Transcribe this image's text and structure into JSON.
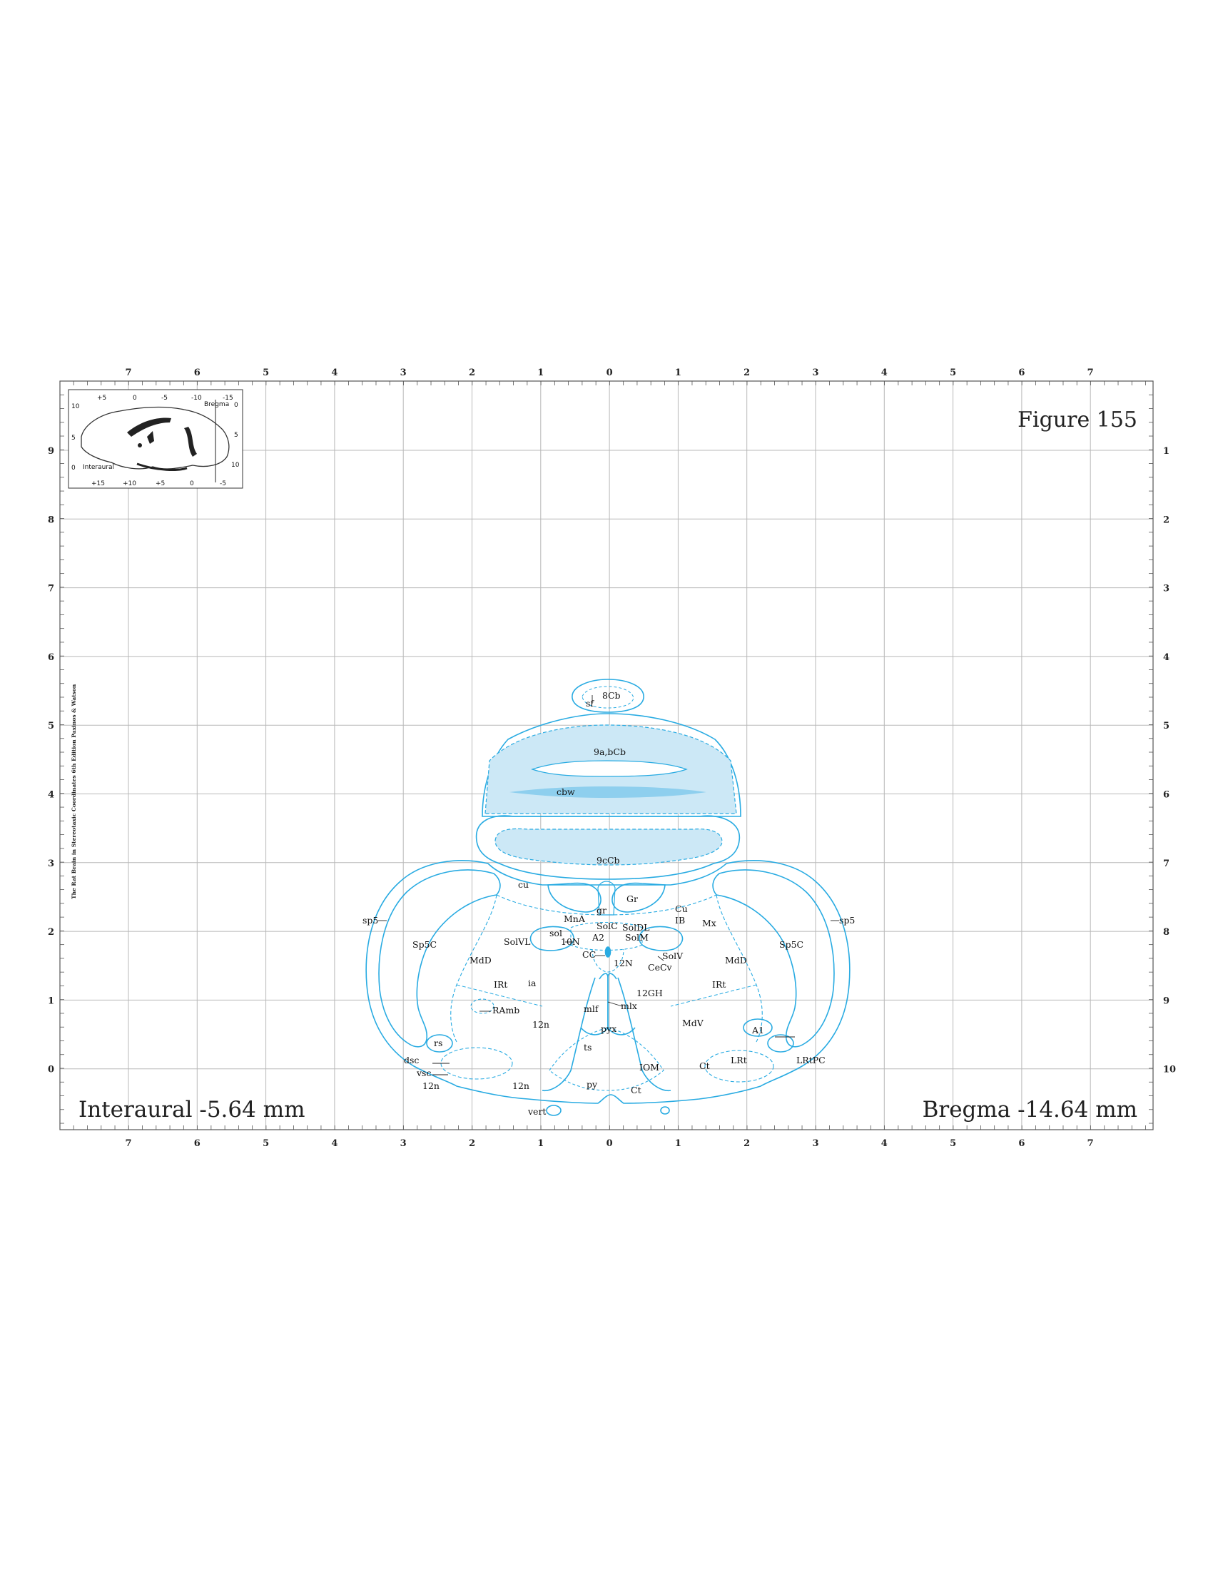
{
  "figure_title": "Figure 155",
  "interaural_label": "Interaural -5.64 mm",
  "bregma_label": "Bregma -14.64 mm",
  "side_credit": "The Rat Brain in Stereotaxic Coordinates 6th Edition Paxinos & Watson",
  "axes": {
    "top_x_labels": [
      "7",
      "6",
      "5",
      "4",
      "3",
      "2",
      "1",
      "0",
      "1",
      "2",
      "3",
      "4",
      "5",
      "6",
      "7"
    ],
    "bottom_x_labels": [
      "7",
      "6",
      "5",
      "4",
      "3",
      "2",
      "1",
      "0",
      "1",
      "2",
      "3",
      "4",
      "5",
      "6",
      "7"
    ],
    "left_y_labels": [
      "9",
      "8",
      "7",
      "6",
      "5",
      "4",
      "3",
      "2",
      "1",
      "0"
    ],
    "right_y_labels": [
      "1",
      "2",
      "3",
      "4",
      "5",
      "6",
      "7",
      "8",
      "9",
      "10"
    ]
  },
  "inset": {
    "top_labels": [
      "+5",
      "0",
      "-5",
      "-10",
      "-15"
    ],
    "bottom_labels": [
      "+15",
      "+10",
      "+5",
      "0",
      "-5"
    ],
    "left_labels": [
      "10",
      "5",
      "0"
    ],
    "right_labels": [
      "0",
      "5",
      "10"
    ],
    "bregma_label": "Bregma",
    "interaural_label": "Interaural"
  },
  "structures": {
    "8Cb": "8Cb",
    "sf": "sf",
    "9abCb": "9a,bCb",
    "cbw": "cbw",
    "9cCb": "9cCb",
    "cu": "cu",
    "Gr": "Gr",
    "gr": "gr",
    "Cu": "Cu",
    "IB": "IB",
    "Mx": "Mx",
    "MnA": "MnA",
    "SolC": "SolC",
    "SolDL": "SolDL",
    "sol": "sol",
    "A2": "A2",
    "SolM": "SolM",
    "SolVL": "SolVL",
    "10N": "10N",
    "CC": "CC",
    "12N": "12N",
    "SolV": "SolV",
    "CeCv": "CeCv",
    "12GH": "12GH",
    "sp5_left": "sp5",
    "sp5_right": "sp5",
    "Sp5C_left": "Sp5C",
    "Sp5C_right": "Sp5C",
    "MdD_left": "MdD",
    "MdD_right": "MdD",
    "IRt_left": "IRt",
    "IRt_right": "IRt",
    "ia": "ia",
    "RAmb": "RAmb",
    "mlf": "mlf",
    "mlx": "mlx",
    "12n_upper": "12n",
    "pyx": "pyx",
    "MdV": "MdV",
    "A1": "A1",
    "rs": "rs",
    "ts": "ts",
    "IOM": "IOM",
    "Ct_right": "Ct",
    "LRt": "LRt",
    "LRtPC": "LRtPC",
    "dsc": "dsc",
    "vsc": "vsc",
    "12n_lower_left": "12n",
    "12n_lower": "12n",
    "py": "py",
    "Ct_lower": "Ct",
    "vert": "vert"
  },
  "colors": {
    "outline": "#29abe2",
    "fill": "#cce8f6",
    "fill_dark": "#8ecfee",
    "grid": "#b8b8b8",
    "frame": "#555555"
  }
}
